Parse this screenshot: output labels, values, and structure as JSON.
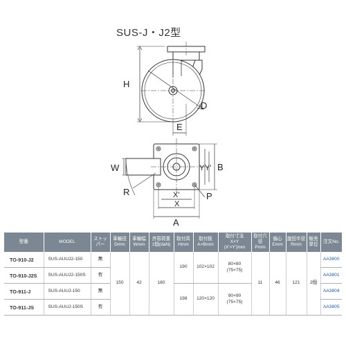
{
  "title": "SUS-J・J2型",
  "labels": {
    "H": "H",
    "D": "D",
    "E": "E",
    "W": "W",
    "R": "R",
    "P": "P",
    "Y": "Y",
    "Yp": "Y'",
    "B": "B",
    "Xp": "X'",
    "X": "X",
    "A": "A"
  },
  "table": {
    "headers": [
      {
        "main": "型番",
        "sub": ""
      },
      {
        "main": "MODEL",
        "sub": ""
      },
      {
        "main": "ストッパー",
        "sub": ""
      },
      {
        "main": "車輪径",
        "sub": "Dmm"
      },
      {
        "main": "車輪幅",
        "sub": "Wmm"
      },
      {
        "main": "許容荷重",
        "sub": "1個(daN)"
      },
      {
        "main": "取付高",
        "sub": "Hmm"
      },
      {
        "main": "取付板",
        "sub": "A×Bmm"
      },
      {
        "main": "取付寸法",
        "sub": "X×Y",
        "sub2": "(X'×Y')mm"
      },
      {
        "main": "取付穴径",
        "sub": "Pmm"
      },
      {
        "main": "偏心",
        "sub": "Emm"
      },
      {
        "main": "旋回半径",
        "sub": "Rmm"
      },
      {
        "main": "販売",
        "sub": "単位"
      },
      {
        "main": "注文No.",
        "sub": ""
      }
    ],
    "rows": [
      {
        "type": "TO-910-J2",
        "model": "SUS-AUUJ2-150",
        "stopper": "無",
        "order": "AA3800"
      },
      {
        "type": "TO-910-J2S",
        "model": "SUS-AUUJ2-150S",
        "stopper": "有",
        "order": "AA3801"
      },
      {
        "type": "TO-911-J",
        "model": "SUS-AUUJ-150",
        "stopper": "無",
        "order": "AA3804"
      },
      {
        "type": "TO-911-JS",
        "model": "SUS-AUUJ-150S",
        "stopper": "有",
        "order": "AA3805"
      }
    ],
    "shared": {
      "diameter": "150",
      "width": "42",
      "load": "180",
      "hole": "11",
      "offset": "46",
      "radius": "121",
      "unit": "2個"
    },
    "groups": [
      {
        "height": "190",
        "plate": "102×102",
        "mount": "80×80",
        "mount_alt": "(75×75)"
      },
      {
        "height": "198",
        "plate": "120×120",
        "mount": "90×90",
        "mount_alt": "(75×75)"
      }
    ]
  }
}
